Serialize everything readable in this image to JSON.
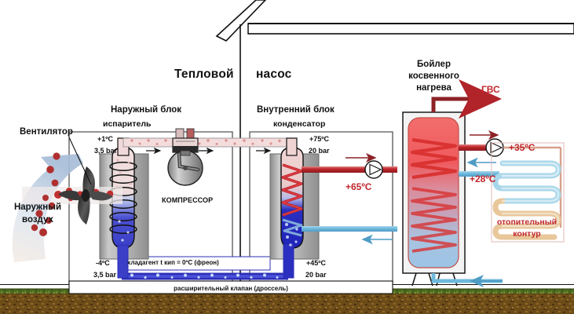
{
  "diagram": {
    "title": "Тепловой насос",
    "title_part1": "Тепловой",
    "title_part2": "насос",
    "language": "ru"
  },
  "labels": {
    "fan": "Вентилятор",
    "outdoor_air_line1": "Наружный",
    "outdoor_air_line2": "воздух",
    "outdoor_unit": "Наружный блок",
    "evaporator": "испаритель",
    "compressor": "КОМПРЕССОР",
    "indoor_unit": "Внутренний блок",
    "condenser": "конденсатор",
    "boiler_line1": "Бойлер",
    "boiler_line2": "косвенного",
    "boiler_line3": "нагрева",
    "dhw": "ГВС",
    "heating_circuit_line1": "отопительный",
    "heating_circuit_line2": "контур",
    "expansion_valve": "расширительный клапан (дроссель)",
    "refrigerant": "хладагент t кип = 0ºC (фреон)"
  },
  "readings": {
    "evaporator_out_temp": "+1ºC",
    "evaporator_out_pressure": "3,5 bar",
    "evaporator_in_temp": "-4ºC",
    "evaporator_in_pressure": "3,5 bar",
    "condenser_in_temp": "+75ºC",
    "condenser_in_pressure": "20 bar",
    "condenser_out_temp": "+45ºC",
    "condenser_out_pressure": "20 bar",
    "supply_hot_temp": "+65ºC",
    "boiler_supply_temp": "+35ºC",
    "boiler_return_temp": "+28ºC"
  },
  "colors": {
    "hot_red": "#c0272d",
    "warm_red": "#e8343a",
    "cold_blue": "#2b2fb5",
    "cool_blue": "#6fb9dd",
    "ground_brown": "#6b4a18",
    "grass_green": "#4f6b22",
    "pipe_gray": "#9a9a9a",
    "vapor_pink": "#f0c9c9"
  },
  "chart_data": {
    "type": "diagram",
    "title": "Тепловой насос — схема",
    "nodes": [
      {
        "id": "fan",
        "label": "Вентилятор",
        "zone": "outdoor"
      },
      {
        "id": "evaporator",
        "label": "испаритель",
        "zone": "outdoor",
        "temp_in": "-4ºC",
        "temp_out": "+1ºC",
        "pressure": "3,5 bar"
      },
      {
        "id": "compressor",
        "label": "КОМПРЕССОР",
        "zone": "outdoor"
      },
      {
        "id": "condenser",
        "label": "конденсатор",
        "zone": "indoor",
        "temp_in": "+75ºC",
        "temp_out": "+45ºC",
        "pressure": "20 bar"
      },
      {
        "id": "expansion_valve",
        "label": "расширительный клапан (дроссель)",
        "zone": "outdoor"
      },
      {
        "id": "boiler",
        "label": "Бойлер косвенного нагрева",
        "zone": "indoor"
      },
      {
        "id": "heating_circuit",
        "label": "отопительный контур",
        "zone": "indoor",
        "supply": "+35ºC",
        "return": "+28ºC"
      }
    ],
    "flows": [
      {
        "from": "evaporator",
        "to": "compressor",
        "state": "gas",
        "temp": "+1ºC",
        "pressure": "3,5 bar"
      },
      {
        "from": "compressor",
        "to": "condenser",
        "state": "hot-gas",
        "temp": "+75ºC",
        "pressure": "20 bar"
      },
      {
        "from": "condenser",
        "to": "expansion_valve",
        "state": "liquid",
        "temp": "+45ºC",
        "pressure": "20 bar"
      },
      {
        "from": "expansion_valve",
        "to": "evaporator",
        "state": "liquid",
        "temp": "-4ºC",
        "pressure": "3,5 bar"
      },
      {
        "from": "condenser",
        "to": "boiler",
        "state": "water",
        "temp": "+65ºC"
      },
      {
        "from": "boiler",
        "to": "heating_circuit",
        "state": "water",
        "temp": "+35ºC"
      },
      {
        "from": "heating_circuit",
        "to": "boiler",
        "state": "water",
        "temp": "+28ºC"
      },
      {
        "from": "boiler",
        "to": "dhw",
        "state": "water",
        "label": "ГВС"
      }
    ]
  }
}
